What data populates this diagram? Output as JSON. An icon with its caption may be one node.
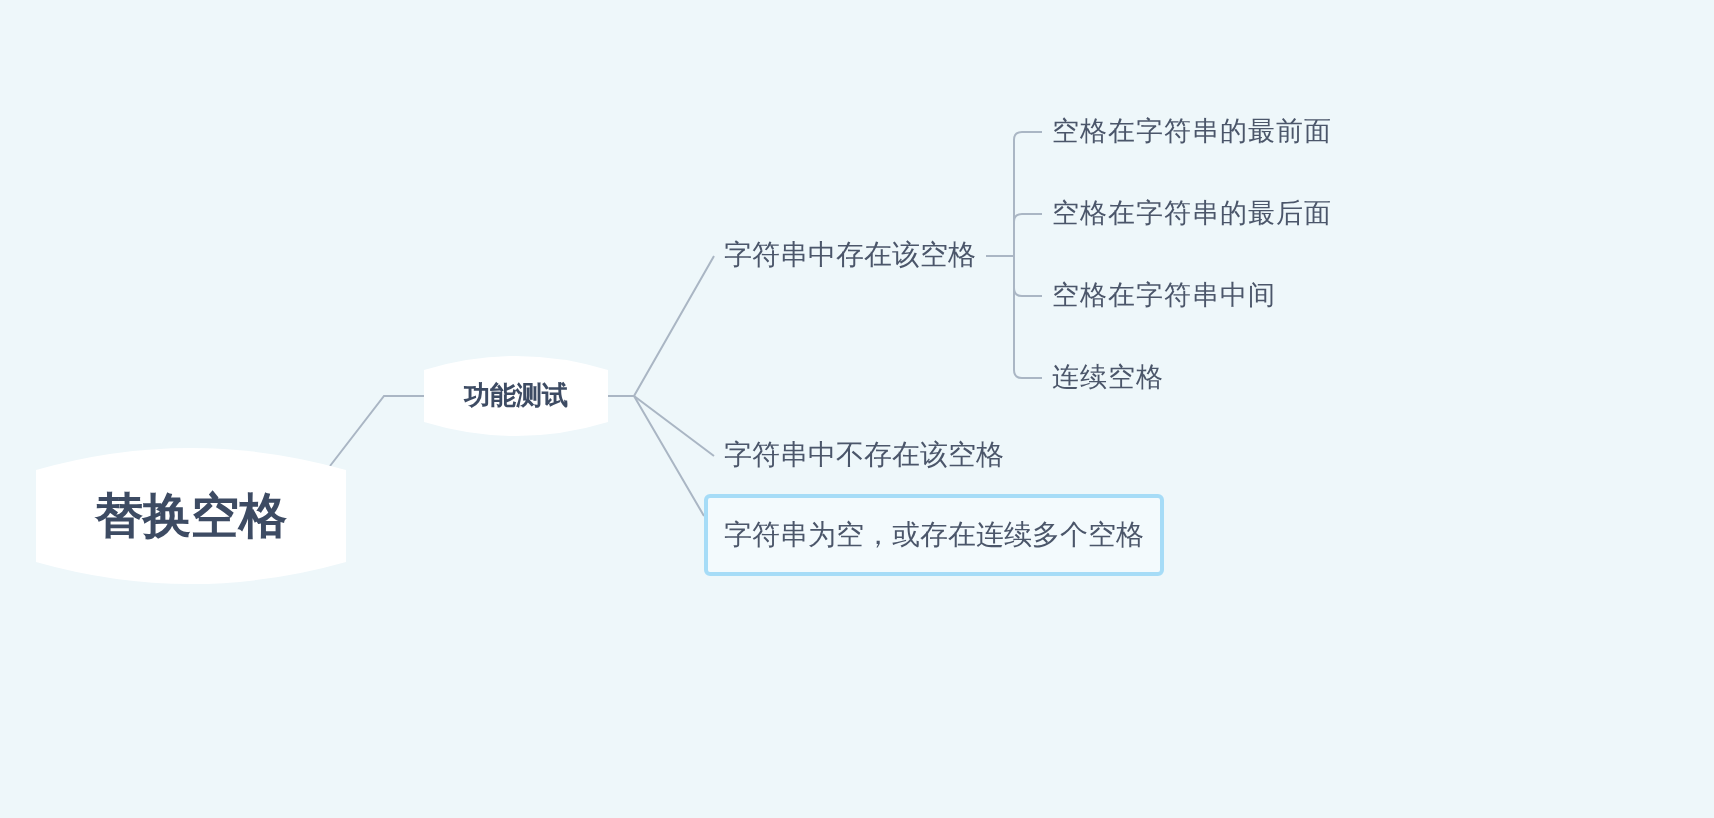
{
  "diagram": {
    "nodes": [
      {
        "text": [
          "替换空格"
        ]
      },
      {
        "text": [
          "功能测试"
        ]
      },
      {
        "text": [
          "字符串中存在该空格"
        ]
      },
      {
        "text": [
          "字符串中不存在该空格"
        ]
      },
      {
        "text": [
          "字符串为空，或存在连续多个空格"
        ]
      },
      {
        "text": [
          "空格在字符串的最前面"
        ]
      },
      {
        "text": [
          "空格在字符串的最后面"
        ]
      },
      {
        "text": [
          "空格在字符串中间"
        ]
      },
      {
        "text": [
          "连续空格"
        ]
      }
    ],
    "edges": [
      {
        "from": 0,
        "to": 1,
        "arrow": "none"
      },
      {
        "from": 1,
        "to": 2,
        "arrow": "none"
      },
      {
        "from": 1,
        "to": 3,
        "arrow": "none"
      },
      {
        "from": 1,
        "to": 4,
        "arrow": "none"
      },
      {
        "from": 2,
        "to": 5,
        "arrow": "none"
      },
      {
        "from": 2,
        "to": 6,
        "arrow": "none"
      },
      {
        "from": 2,
        "to": 7,
        "arrow": "none"
      },
      {
        "from": 2,
        "to": 8,
        "arrow": "none"
      }
    ]
  }
}
